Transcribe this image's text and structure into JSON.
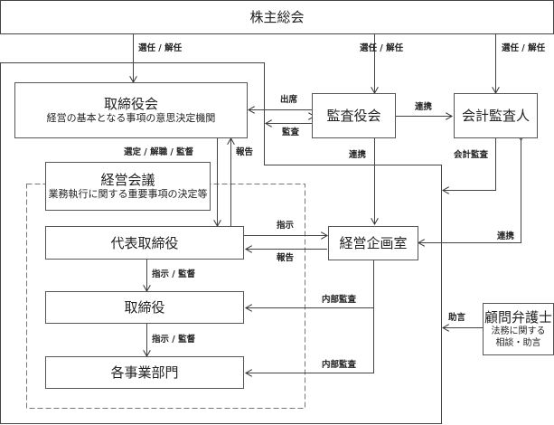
{
  "nodes": {
    "shareholders": {
      "title": "株主総会"
    },
    "board": {
      "title": "取締役会",
      "subtitle": "経営の基本となる事項の意思決定機関"
    },
    "auditors": {
      "title": "監査役会"
    },
    "accounting_auditor": {
      "title": "会計監査人"
    },
    "management_meeting": {
      "title": "経営会議",
      "subtitle": "業務執行に関する重要事項の決定等"
    },
    "representative_director": {
      "title": "代表取締役"
    },
    "planning_office": {
      "title": "経営企画室"
    },
    "directors": {
      "title": "取締役"
    },
    "business_units": {
      "title": "各事業部門"
    },
    "legal_advisor": {
      "title": "顧問弁護士",
      "subtitle_line1": "法務に関する",
      "subtitle_line2": "相談・助言"
    }
  },
  "edge_labels": {
    "elect_board": "選任 / 解任",
    "elect_auditors": "選任 / 解任",
    "elect_accounting": "選任 / 解任",
    "attend": "出席",
    "audit": "監査",
    "cooperate_auditors_accounting": "連携",
    "select_dismiss_supervise": "選定 / 解職 / 監督",
    "report_to_board": "報告",
    "cooperate_auditors_planning": "連携",
    "accounting_audit": "会計監査",
    "instruct_planning": "指示",
    "report_from_planning": "報告",
    "cooperate_accounting_planning": "連携",
    "instruct_supervise_directors": "指示 / 監督",
    "internal_audit_directors": "内部監査",
    "instruct_supervise_units": "指示 / 監督",
    "internal_audit_units": "内部監査",
    "advice": "助言"
  }
}
